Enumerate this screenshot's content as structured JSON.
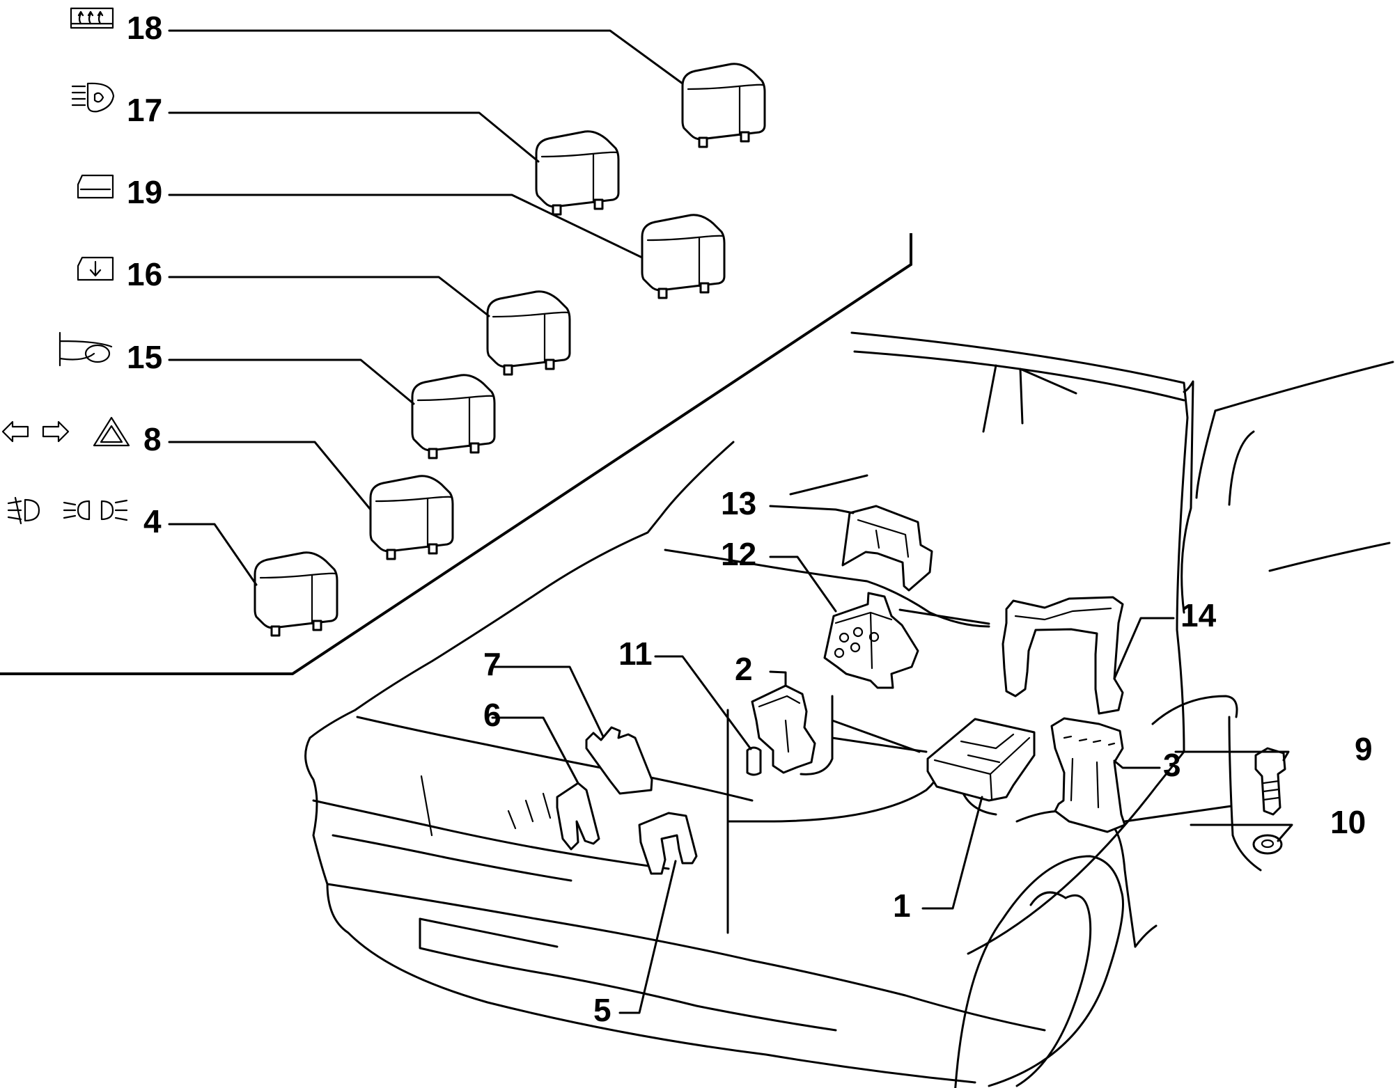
{
  "callouts": [
    {
      "id": "18",
      "label": "18",
      "icon": "rear-defroster-icon"
    },
    {
      "id": "17",
      "label": "17",
      "icon": "headlight-washer-icon"
    },
    {
      "id": "19",
      "label": "19",
      "icon": "power-window-icon"
    },
    {
      "id": "16",
      "label": "16",
      "icon": "window-lift-icon"
    },
    {
      "id": "15",
      "label": "15",
      "icon": "horn-icon"
    },
    {
      "id": "8",
      "label": "8",
      "icon": "hazard-turn-signal-icon"
    },
    {
      "id": "4",
      "label": "4",
      "icon": "fog-and-dipped-beam-icon"
    },
    {
      "id": "13",
      "label": "13"
    },
    {
      "id": "12",
      "label": "12"
    },
    {
      "id": "14",
      "label": "14"
    },
    {
      "id": "11",
      "label": "11"
    },
    {
      "id": "2",
      "label": "2"
    },
    {
      "id": "7",
      "label": "7"
    },
    {
      "id": "6",
      "label": "6"
    },
    {
      "id": "3",
      "label": "3"
    },
    {
      "id": "9",
      "label": "9"
    },
    {
      "id": "10",
      "label": "10"
    },
    {
      "id": "1",
      "label": "1"
    },
    {
      "id": "5",
      "label": "5"
    }
  ]
}
